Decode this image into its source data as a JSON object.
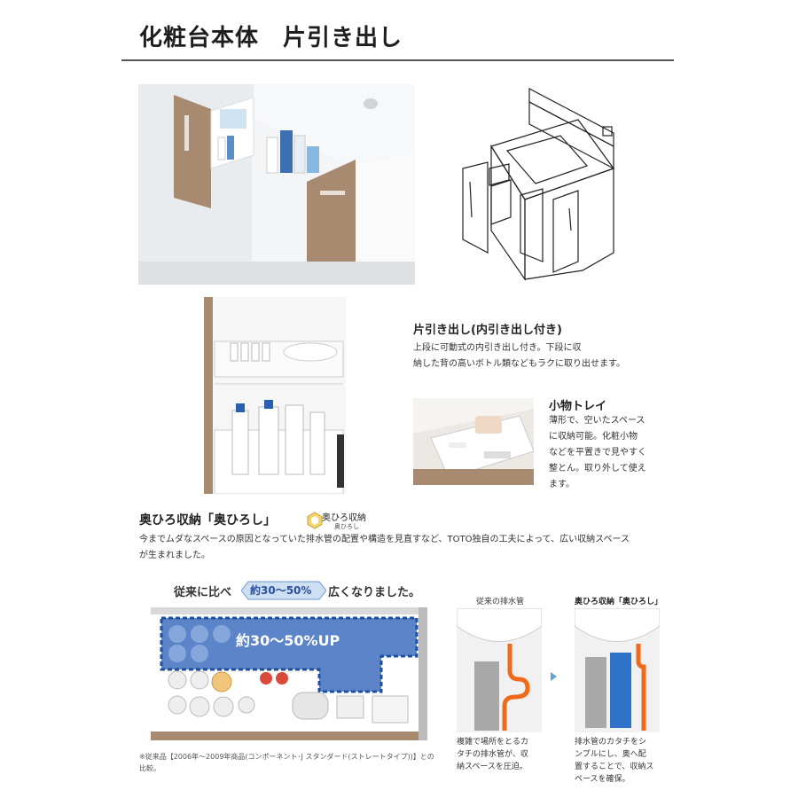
{
  "page": {
    "title": "化粧台本体　片引き出し"
  },
  "features": [
    {
      "title": "片引き出し(内引き出し付き)",
      "lines": [
        "上段に可動式の内引き出し付き。下段に収",
        "納した背の高いボトル類などもラクに取り出せます。"
      ]
    },
    {
      "title": "小物トレイ",
      "lines": [
        "薄形で、空いたスペース",
        "に収納可能。化粧小物",
        "などを平置きで見やすく",
        "整とん。取り外して使え",
        "ます。"
      ]
    }
  ],
  "okuhiro": {
    "title": "奥ひろ収納「奥ひろし」",
    "badge_line1": "奥ひろ収納",
    "badge_line2": "奥ひろし",
    "intro_line1": "今までムダなスペースの原因となっていた排水管の配置や構造を見直すなど、TOTO独自の工夫によって、広い収納スペース",
    "intro_line2": "が生まれました。",
    "headline_before": "従来に比べ",
    "headline_badge": "約30～50%",
    "headline_after": "広くなりました。",
    "cabinet_label": "約30～50%UP",
    "compare_left_label": "従来の排水管",
    "compare_right_label": "奥ひろ収納「奥ひろし」",
    "compare_left_text": [
      "複雑で場所をとるカ",
      "タチの排水管が、収",
      "納スペースを圧迫。"
    ],
    "compare_right_text": [
      "排水管のカタチをシ",
      "ンプルにし、奥へ配",
      "置することで、収納ス",
      "ペースを確保。"
    ],
    "footnote_line1": "※従来品【2006年～2009年商品(コンポーネント･J スタンダード(ストレートタイプ))】との",
    "footnote_line2": "比較。"
  },
  "colors": {
    "accent_blue": "#2f5fb3",
    "drain_orange": "#f06a1c",
    "cabinet_wood": "#a88a70"
  }
}
